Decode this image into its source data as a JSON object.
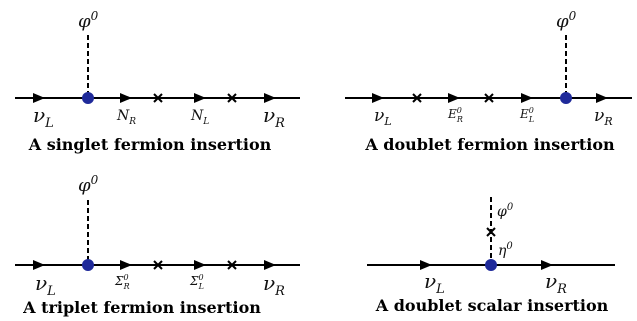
{
  "diagrams": [
    {
      "caption": "A singlet fermion insertion",
      "scalar_label": "φ",
      "scalar_sup": "0",
      "in_label": "ν",
      "in_sub": "L",
      "mid1_label": "N",
      "mid1_sub": "R",
      "mid2_label": "N",
      "mid2_sub": "L",
      "out_label": "ν",
      "out_sub": "R"
    },
    {
      "caption": "A doublet fermion insertion",
      "scalar_label": "φ",
      "scalar_sup": "0",
      "in_label": "ν",
      "in_sub": "L",
      "mid1_label": "E",
      "mid1_sup": "0",
      "mid1_sub": "R",
      "mid2_label": "E",
      "mid2_sup": "0",
      "mid2_sub": "L",
      "out_label": "ν",
      "out_sub": "R"
    },
    {
      "caption": "A triplet fermion insertion",
      "scalar_label": "φ",
      "scalar_sup": "0",
      "in_label": "ν",
      "in_sub": "L",
      "mid1_label": "Σ",
      "mid1_sup": "0",
      "mid1_sub": "R",
      "mid2_label": "Σ",
      "mid2_sup": "0",
      "mid2_sub": "L",
      "out_label": "ν",
      "out_sub": "R"
    },
    {
      "caption": "A doublet scalar insertion",
      "scalar_label": "φ",
      "scalar_sup": "0",
      "eta_label": "η",
      "eta_sup": "0",
      "in_label": "ν",
      "in_sub": "L",
      "out_label": "ν",
      "out_sub": "R"
    }
  ],
  "colors": {
    "vertex": "#1f2a9a",
    "line": "#000000"
  }
}
